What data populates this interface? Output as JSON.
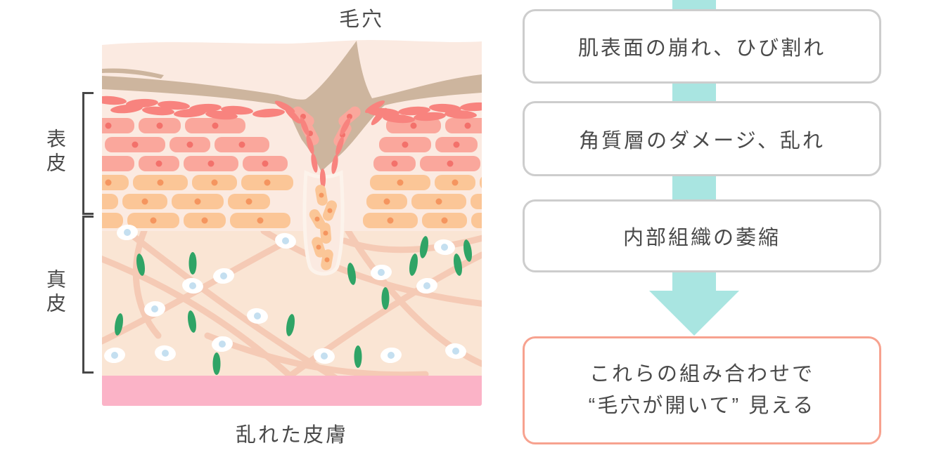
{
  "diagram": {
    "top_label": "毛穴",
    "bottom_label": "乱れた皮膚",
    "layers": [
      {
        "label": "表皮"
      },
      {
        "label": "真皮"
      }
    ]
  },
  "flowchart": {
    "steps": [
      "肌表面の崩れ、ひび割れ",
      "角質層のダメージ、乱れ",
      "内部組織の萎縮"
    ],
    "result_line1": "これらの組み合わせで",
    "result_line2": "“毛穴が開いて” 見える"
  },
  "colors": {
    "arrow-cyan": "#A9E5E1",
    "step-border": "#CDCDCD",
    "result-border": "#F7A28F",
    "text": "#4A4A4A",
    "skin-cream": "#FBEAE1",
    "stratum-tan": "#CDB59E",
    "cell-pink": "#FAA79C",
    "nucleus-pink": "#F3716B",
    "cell-orange": "#FBC697",
    "nucleus-orange": "#F5955F",
    "flat-cell-red": "#F8837E",
    "dermis": "#FAE5D4",
    "fiber": "#F5CAB5",
    "fibroblast-green": "#2FA466",
    "nucleus-blue": "#C4DFF0",
    "band-pink": "#FBB3C7"
  }
}
